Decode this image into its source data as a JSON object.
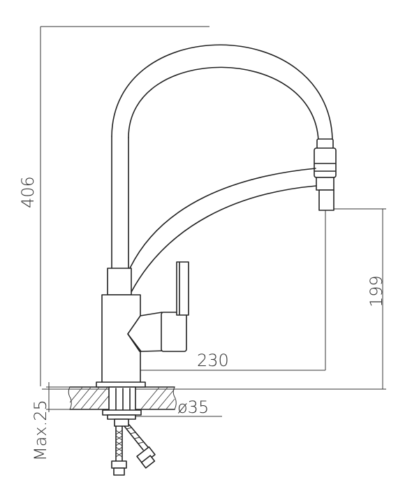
{
  "dimensions": {
    "height_total": "406",
    "height_spout": "199",
    "reach": "230",
    "base_diameter": "ø35",
    "max_counter_thickness": "Max.25"
  }
}
